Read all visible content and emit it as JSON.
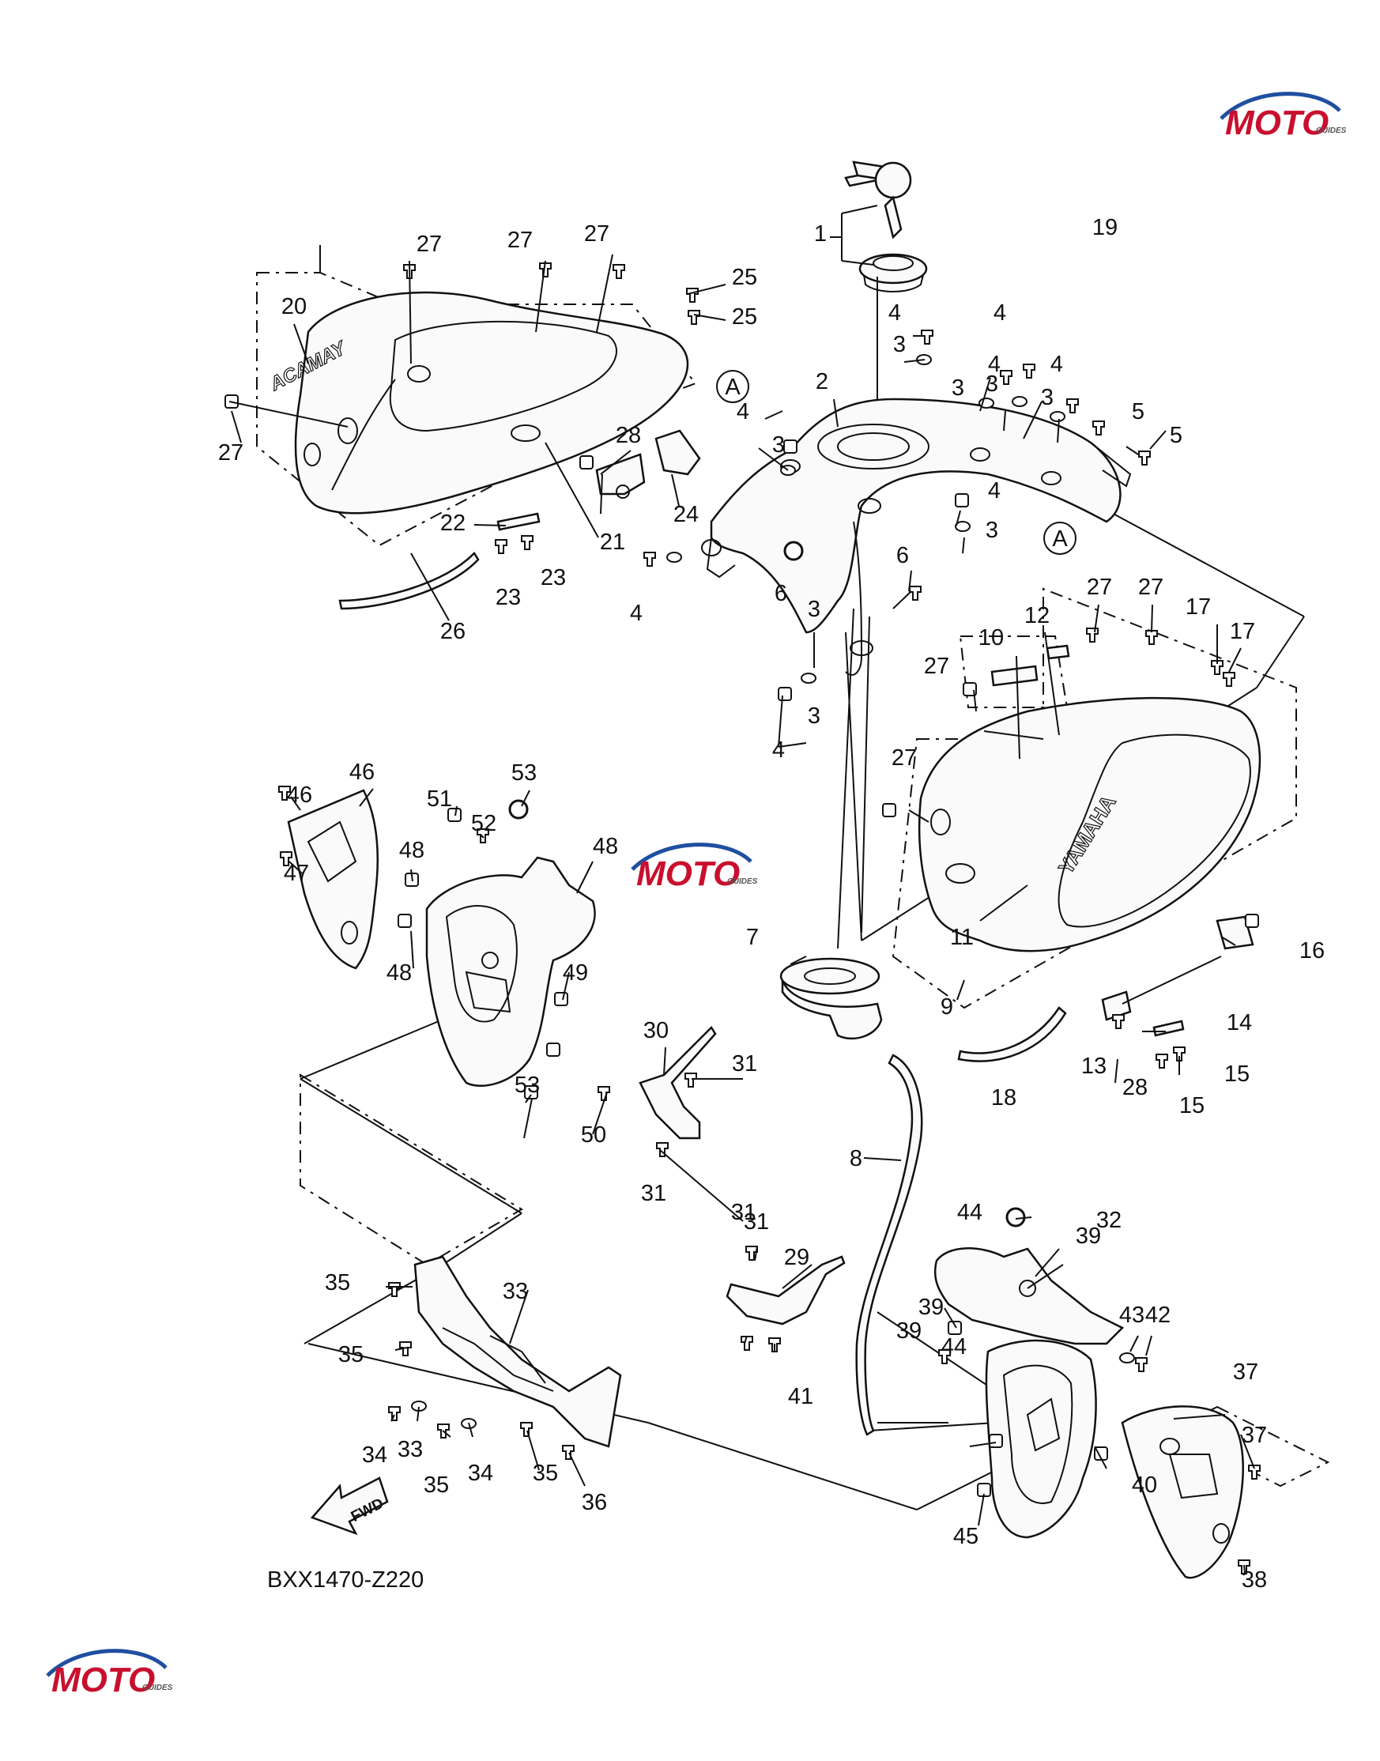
{
  "diagram": {
    "code": "BXX1470-Z220",
    "fwd_label": "FWD",
    "ref_marker": "A",
    "tank_logo_left": "ACAMAY",
    "tank_logo_right": "YAMAHA",
    "watermark": {
      "text": "MOTO",
      "subtext": "GUIDES",
      "accent": "#c8102e",
      "blue": "#1f4fa0"
    },
    "callouts": [
      "1",
      "2",
      "3",
      "3",
      "3",
      "3",
      "3",
      "3",
      "3",
      "3",
      "4",
      "4",
      "4",
      "4",
      "4",
      "4",
      "4",
      "4",
      "5",
      "5",
      "6",
      "6",
      "7",
      "8",
      "9",
      "10",
      "11",
      "12",
      "13",
      "14",
      "15",
      "15",
      "16",
      "17",
      "17",
      "18",
      "19",
      "20",
      "21",
      "22",
      "23",
      "23",
      "24",
      "25",
      "25",
      "26",
      "27",
      "27",
      "27",
      "27",
      "27",
      "27",
      "27",
      "27",
      "28",
      "28",
      "29",
      "30",
      "31",
      "31",
      "31",
      "31",
      "32",
      "33",
      "33",
      "34",
      "34",
      "35",
      "35",
      "35",
      "35",
      "36",
      "37",
      "37",
      "38",
      "39",
      "39",
      "39",
      "40",
      "41",
      "42",
      "43",
      "44",
      "44",
      "45",
      "46",
      "46",
      "47",
      "48",
      "48",
      "48",
      "49",
      "50",
      "51",
      "52",
      "53",
      "53"
    ]
  }
}
